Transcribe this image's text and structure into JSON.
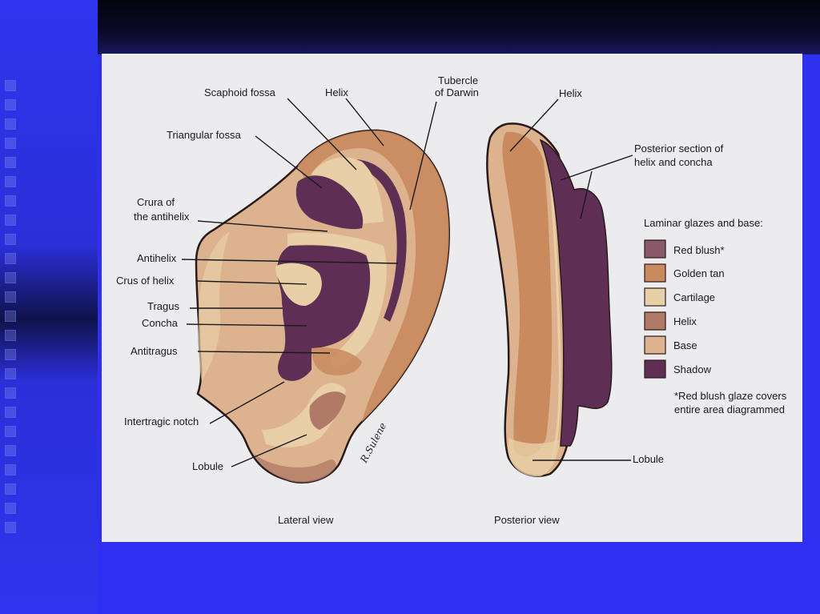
{
  "labels": {
    "scaphoid_fossa": "Scaphoid fossa",
    "helix": "Helix",
    "tubercle_line1": "Tubercle",
    "tubercle_line2": "of Darwin",
    "triangular_fossa": "Triangular fossa",
    "crura_line1": "Crura of",
    "crura_line2": "the antihelix",
    "antihelix": "Antihelix",
    "crus_of_helix": "Crus of helix",
    "tragus": "Tragus",
    "concha": "Concha",
    "antitragus": "Antitragus",
    "intertragic_notch": "Intertragic notch",
    "lobule": "Lobule",
    "lateral_view": "Lateral view",
    "posterior_helix": "Helix",
    "posterior_section_line1": "Posterior section of",
    "posterior_section_line2": "helix and concha",
    "posterior_lobule": "Lobule",
    "posterior_view": "Posterior view",
    "signature": "R.Sulene"
  },
  "legend": {
    "title": "Laminar glazes and base:",
    "items": [
      {
        "label": "Red blush*",
        "color": "#8a5a6a"
      },
      {
        "label": "Golden tan",
        "color": "#c98a5e"
      },
      {
        "label": "Cartilage",
        "color": "#e8cfa8"
      },
      {
        "label": "Helix",
        "color": "#b07a66"
      },
      {
        "label": "Base",
        "color": "#dcb38e"
      },
      {
        "label": "Shadow",
        "color": "#5e2e55"
      }
    ],
    "note_line1": "*Red blush glaze covers",
    "note_line2": "entire area diagrammed"
  }
}
